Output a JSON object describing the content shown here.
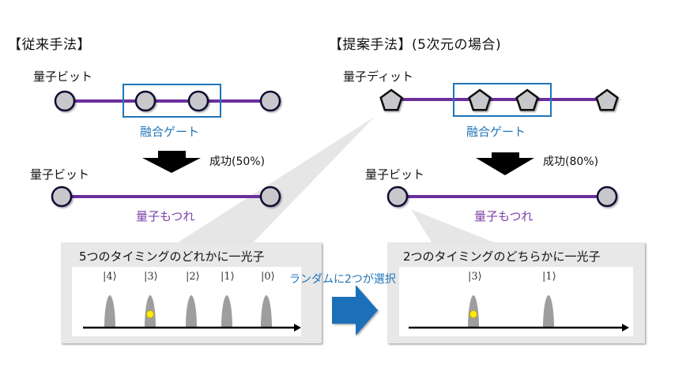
{
  "colors": {
    "entanglement_line": "#6a2f9c",
    "node_fill": "#c8c8cc",
    "node_stroke": "#111133",
    "gate_box": "#1f75b8",
    "blue_arrow": "#1a6fba",
    "panel_bg": "#e8e8e8",
    "pulse": "#9e9e9e",
    "photon": "#ffee00"
  },
  "conventional": {
    "heading": "【従来手法】",
    "input_label": "量子ビット",
    "gate_label": "融合ゲート",
    "success_label": "成功(50%)",
    "success_probability_pct": 50,
    "output_label": "量子ビット",
    "entanglement_label": "量子もつれ",
    "panel": {
      "title": "5つのタイミングのどれかに一光子",
      "kets": [
        "|4⟩",
        "|3⟩",
        "|2⟩",
        "|1⟩",
        "|0⟩"
      ],
      "photon_at": "|3⟩"
    }
  },
  "proposed": {
    "heading": "【提案手法】(5次元の場合)",
    "input_label": "量子ディット",
    "gate_label": "融合ゲート",
    "success_label": "成功(80%)",
    "success_probability_pct": 80,
    "output_label": "量子ビット",
    "entanglement_label": "量子もつれ",
    "panel": {
      "title": "2つのタイミングのどちらかに一光子",
      "kets": [
        "|3⟩",
        "|1⟩"
      ],
      "photon_at": "|3⟩"
    }
  },
  "transition_label": "ランダムに2つが選択"
}
